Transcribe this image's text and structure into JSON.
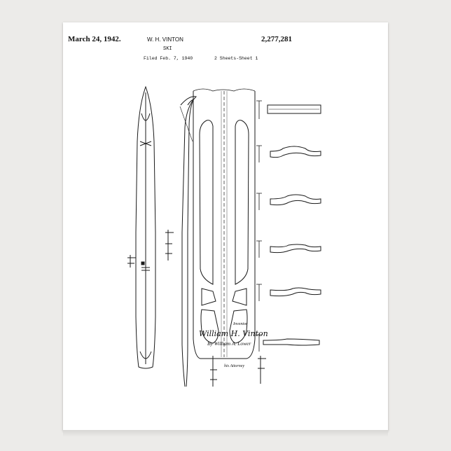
{
  "header": {
    "date": "March 24, 1942.",
    "inventor": "W. H. VINTON",
    "patent_number": "2,277,281",
    "title": "SKI",
    "filed": "Filed Feb. 7, 1940",
    "sheets": "2 Sheets-Sheet 1"
  },
  "footer": {
    "inventor_label": "Inventor",
    "signature_name": "William H. Vinton",
    "signature_attorney": "By William A. Lower",
    "attorney_label": "his Attorney"
  },
  "colors": {
    "paper": "#ffffff",
    "ink": "#1a1a1a",
    "background": "#ecebe9"
  }
}
